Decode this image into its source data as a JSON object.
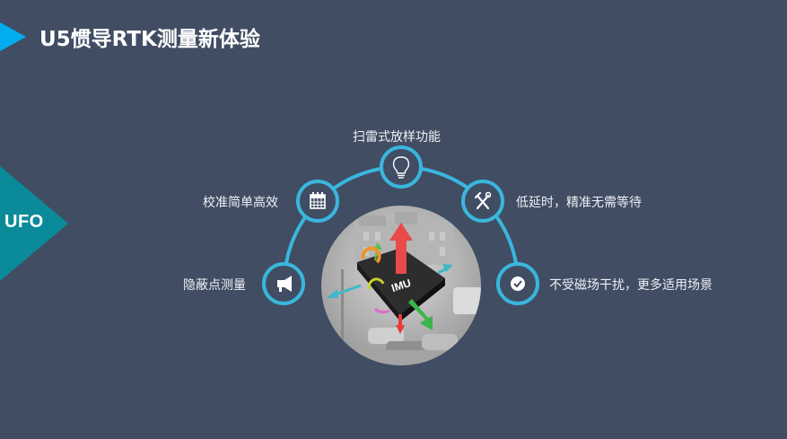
{
  "title": "U5惯导RTK测量新体验",
  "side_tag": "UFO",
  "center_image": {
    "description": "IMU chip with 3D axis arrows over grayscale street photo",
    "chip_label": "IMU"
  },
  "features": [
    {
      "label": "隐蔽点测量",
      "icon": "megaphone-icon"
    },
    {
      "label": "校准简单高效",
      "icon": "calendar-icon"
    },
    {
      "label": "扫雷式放样功能",
      "icon": "lightbulb-icon"
    },
    {
      "label": "低延时，精准无需等待",
      "icon": "tools-icon"
    },
    {
      "label": "不受磁场干扰，更多适用场景",
      "icon": "check-circle-icon"
    }
  ],
  "colors": {
    "background": "#404d63",
    "title_arrow": "#00aeef",
    "ufo_tag": "#0b8a9a",
    "ring": "#3ab6dd"
  }
}
